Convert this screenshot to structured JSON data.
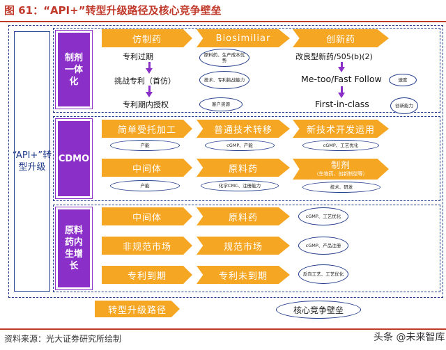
{
  "title": "图 61：“API+”转型升级路径及核心竞争壁垒",
  "left_label": "“API+”转型升级",
  "sections": {
    "formulation": "制剂一体化",
    "cdmo": "CDMO",
    "api_growth": "原料药内生增长"
  },
  "formulation": {
    "chevrons": [
      "仿制药",
      "Biosimiliar",
      "创新药"
    ],
    "col1": [
      "专利过期",
      "挑战专利（首仿）",
      "专利期内授权"
    ],
    "ovals_mid": [
      "原料药、生产成本优势",
      "技术、专利挑战能力",
      "客户资源"
    ],
    "col3": [
      "改良型新药/505(b)(2)",
      "Me-too/Fast Follow",
      "First-in-class"
    ],
    "ovals_right": [
      "速度",
      "创新能力"
    ]
  },
  "cdmo": {
    "row1": [
      "简单受托加工",
      "普通技术转移",
      "新技术开发运用"
    ],
    "row1_ovals": [
      "产能",
      "cGMP、产能",
      "cGMP、工艺优化"
    ],
    "row2": [
      "中间体",
      "原料药",
      "制剂"
    ],
    "row2_sub": "（生物药、创新制型等）",
    "row2_ovals": [
      "产能",
      "化学CMC、注册能力",
      "技术、研发"
    ]
  },
  "api_growth": {
    "row1": [
      "中间体",
      "原料药"
    ],
    "row1_oval": "cGMP、工艺优化",
    "row2": [
      "非规范市场",
      "规范市场"
    ],
    "row2_oval": "cGMP、产品注册",
    "row3": [
      "专利到期",
      "专利未到期"
    ],
    "row3_oval": "反向工艺、工艺优化"
  },
  "footer": {
    "path_label": "转型升级路径",
    "barrier_label": "核心竞争壁垒"
  },
  "source": "资料来源：光大证券研究所绘制",
  "watermark": "头条 @未来智库"
}
